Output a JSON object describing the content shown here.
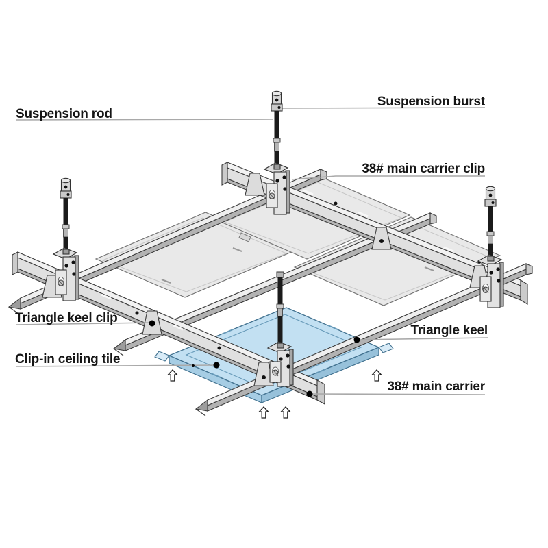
{
  "diagram": {
    "subject": "Clip-in ceiling tile suspension system installation diagram",
    "view": "isometric",
    "labels": {
      "suspension_rod": {
        "text": "Suspension rod",
        "side": "left"
      },
      "suspension_burst": {
        "text": "Suspension burst",
        "side": "right"
      },
      "main_carrier_clip": {
        "text": "38# main carrier clip",
        "side": "right"
      },
      "triangle_keel_clip": {
        "text": "Triangle keel clip",
        "side": "left"
      },
      "clip_in_ceiling_tile": {
        "text": "Clip-in ceiling tile",
        "side": "left"
      },
      "triangle_keel": {
        "text": "Triangle keel",
        "side": "right"
      },
      "main_carrier": {
        "text": "38# main carrier",
        "side": "right"
      }
    },
    "components": {
      "suspension_rods": 4,
      "main_carriers": 2,
      "triangle_keels": 3,
      "ceiling_panels": 3,
      "clip_in_tiles": 1,
      "keel_clips": 6
    },
    "install_arrows": {
      "direction": "up",
      "count": 4,
      "style": "hollow"
    },
    "colors": {
      "background": "#ffffff",
      "metal_light": "#f2f2f2",
      "metal_mid": "#e0e0e0",
      "metal_dark": "#b2b2b2",
      "outline": "#3a3a3a",
      "rod_thread": "#1b1b1b",
      "tile_fill": "#c2e0f2",
      "tile_outline": "#41718f",
      "label_text": "#151515",
      "leader_line": "#a9a9a9",
      "annotation_dot": "#000000"
    }
  }
}
